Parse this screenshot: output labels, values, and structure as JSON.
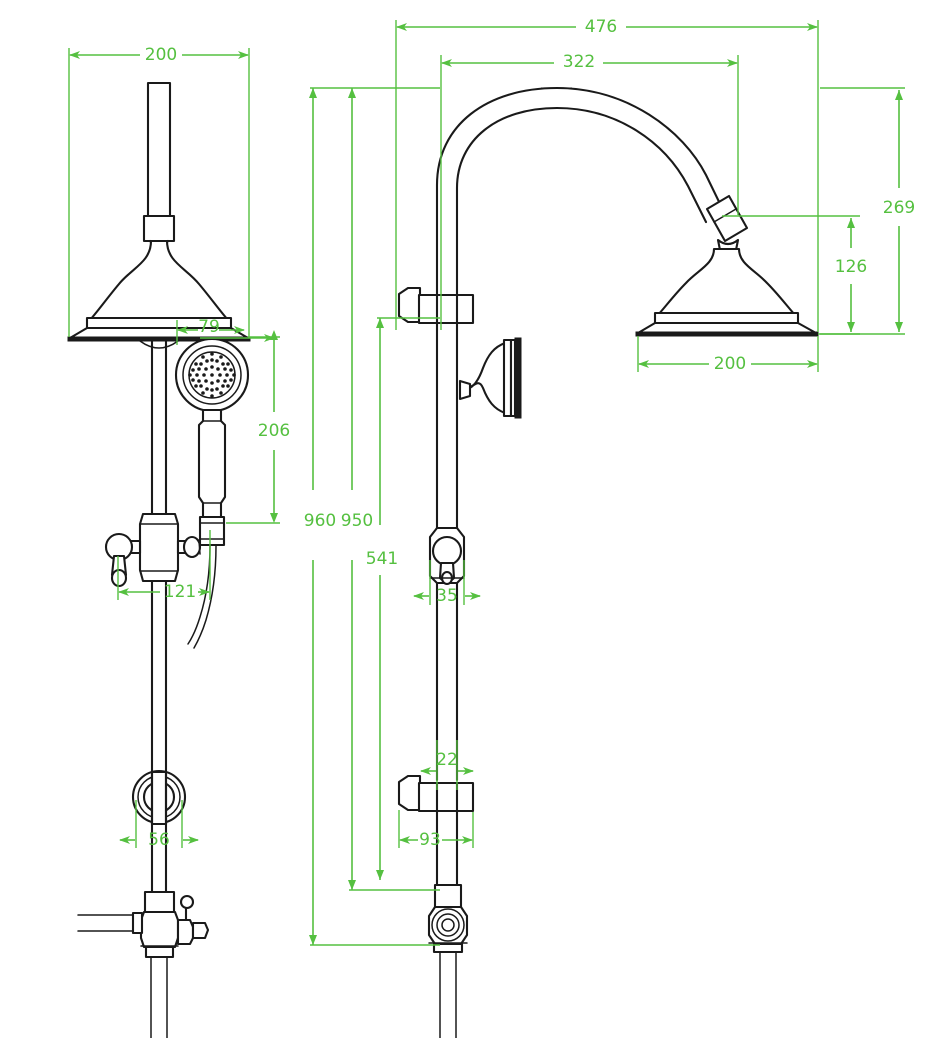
{
  "drawing": {
    "title": "Shower column technical drawing",
    "units": "mm",
    "line_color": "#1a1a1a",
    "dimension_color": "#55c040",
    "background_color": "#ffffff",
    "views": [
      {
        "name": "front-view",
        "label": ""
      },
      {
        "name": "side-view",
        "label": ""
      }
    ]
  },
  "dimensions": {
    "front_head_width": "200",
    "front_handset_offset": "79",
    "front_handset_height": "206",
    "front_diverter_width": "121",
    "front_holder_width": "56",
    "overall_height": "960",
    "rail_height": "950",
    "diverter_height": "541",
    "side_reach": "476",
    "side_arm_span": "322",
    "side_head_height": "269",
    "side_head_depth": "126",
    "side_head_width": "200",
    "side_bracket_depth": "35",
    "side_rail_depth": "22",
    "side_lower_bracket": "93"
  }
}
